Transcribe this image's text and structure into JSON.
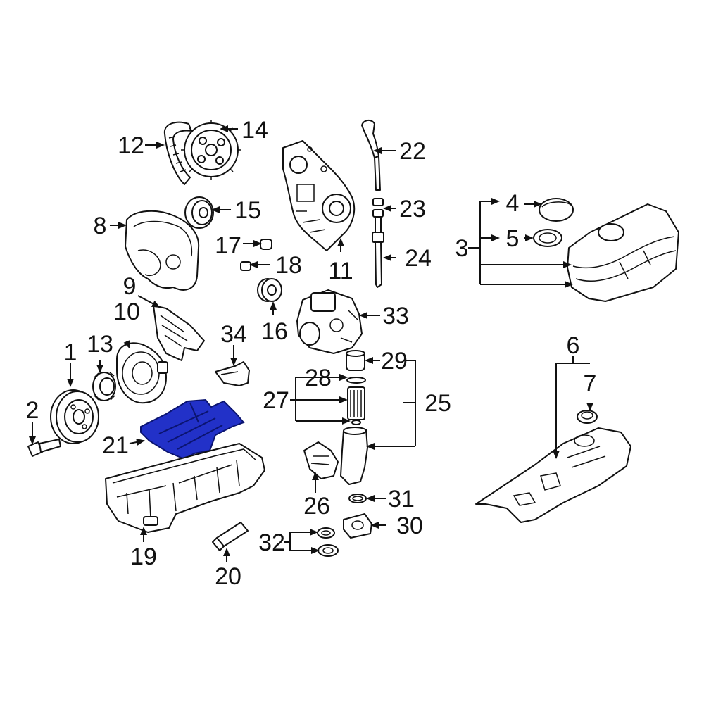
{
  "diagram": {
    "highlight_color": "#2231c8",
    "line_color": "#111111",
    "background": "#ffffff",
    "highlighted_callout": "21",
    "callouts": [
      "1",
      "2",
      "3",
      "4",
      "5",
      "6",
      "7",
      "8",
      "9",
      "10",
      "11",
      "12",
      "13",
      "14",
      "15",
      "16",
      "17",
      "18",
      "19",
      "20",
      "21",
      "22",
      "23",
      "24",
      "25",
      "26",
      "27",
      "28",
      "29",
      "30",
      "31",
      "32",
      "33",
      "34"
    ]
  }
}
